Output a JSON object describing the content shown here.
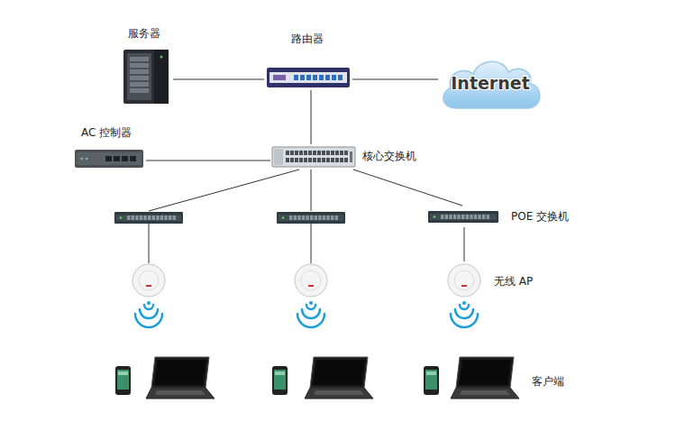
{
  "diagram": {
    "nodes": [
      {
        "text": [
          "服务器"
        ]
      },
      {
        "text": [
          "路由器"
        ]
      },
      {
        "text": [
          "Internet"
        ]
      },
      {
        "text": [
          "AC 控制器"
        ]
      },
      {
        "text": [
          "核心交换机"
        ]
      },
      {
        "text": [
          "POE 交换机"
        ]
      },
      {
        "text": [
          "无线 AP"
        ]
      },
      {
        "text": [
          "客户端"
        ]
      }
    ],
    "edges": [
      {
        "from": 0,
        "to": 1,
        "arrow": "none"
      },
      {
        "from": 1,
        "to": 2,
        "arrow": "none"
      },
      {
        "from": 1,
        "to": 4,
        "arrow": "none"
      },
      {
        "from": 3,
        "to": 4,
        "arrow": "none"
      },
      {
        "from": 4,
        "to": 5,
        "arrow": "none"
      },
      {
        "from": 5,
        "to": 6,
        "arrow": "none"
      }
    ]
  }
}
